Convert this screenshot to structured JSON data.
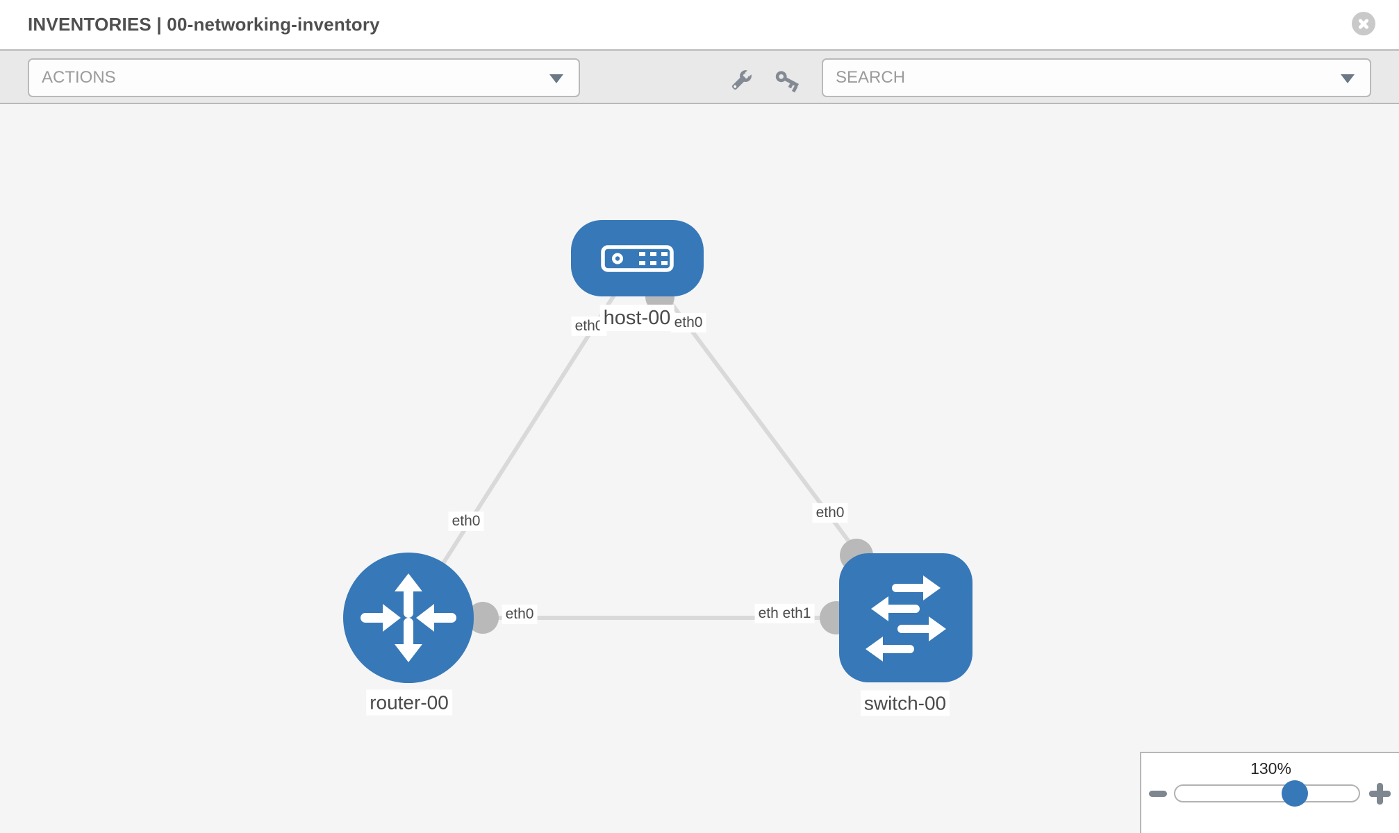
{
  "header": {
    "title": "INVENTORIES | 00-networking-inventory"
  },
  "toolbar": {
    "actions_label": "ACTIONS",
    "search_placeholder": "SEARCH",
    "icons": [
      "wrench-icon",
      "key-icon"
    ]
  },
  "graph": {
    "nodes": [
      {
        "type": "host",
        "label": "host-00"
      },
      {
        "type": "router",
        "label": "router-00"
      },
      {
        "type": "switch",
        "label": "switch-00"
      }
    ],
    "links": [
      {
        "from": "host-00",
        "to": "router-00"
      },
      {
        "from": "host-00",
        "to": "switch-00"
      },
      {
        "from": "router-00",
        "to": "switch-00"
      }
    ],
    "interface_labels": [
      {
        "text": "eth0",
        "at": "host-00 left"
      },
      {
        "text": "eth0",
        "at": "host-00 right"
      },
      {
        "text": "eth0",
        "at": "link to router-00"
      },
      {
        "text": "eth0",
        "at": "link to switch-00"
      },
      {
        "text": "eth0",
        "at": "router-00 right"
      },
      {
        "text": "eth0",
        "at": "switch-00 left (partially covered)"
      },
      {
        "text": "eth1",
        "at": "switch-00 left"
      }
    ]
  },
  "zoom_control": {
    "level": "130%"
  },
  "colors": {
    "node_blue": "#3778b8",
    "link_gray": "#d9d9d9",
    "interface_gray": "#b9b9b9",
    "toolbar_gray": "#e9e9e9",
    "icon_gray": "#838a94"
  }
}
